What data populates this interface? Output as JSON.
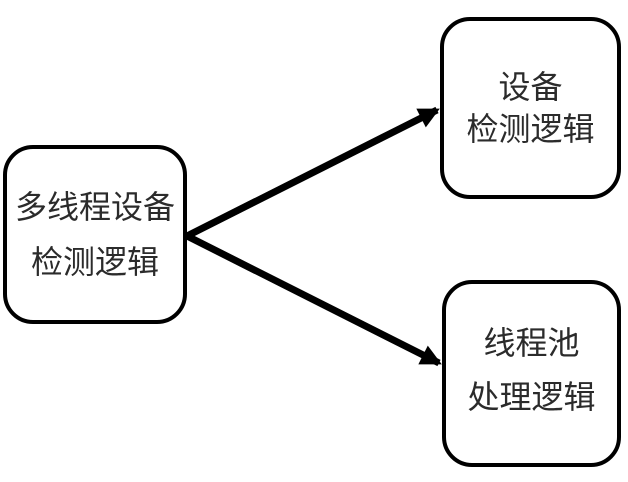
{
  "diagram": {
    "background_color": "#ffffff",
    "stroke_color": "#000000",
    "text_color": "#2b2b2b",
    "nodes": [
      {
        "id": "multithread-device-detection",
        "lines": [
          "多线程设备",
          "检测逻辑"
        ]
      },
      {
        "id": "device-detection",
        "lines": [
          "设备",
          "检测逻辑"
        ]
      },
      {
        "id": "thread-pool-processing",
        "lines": [
          "线程池",
          "处理逻辑"
        ]
      }
    ],
    "edges": [
      {
        "from": "multithread-device-detection",
        "to": "device-detection",
        "arrow": "end"
      },
      {
        "from": "multithread-device-detection",
        "to": "thread-pool-processing",
        "arrow": "end"
      }
    ]
  }
}
